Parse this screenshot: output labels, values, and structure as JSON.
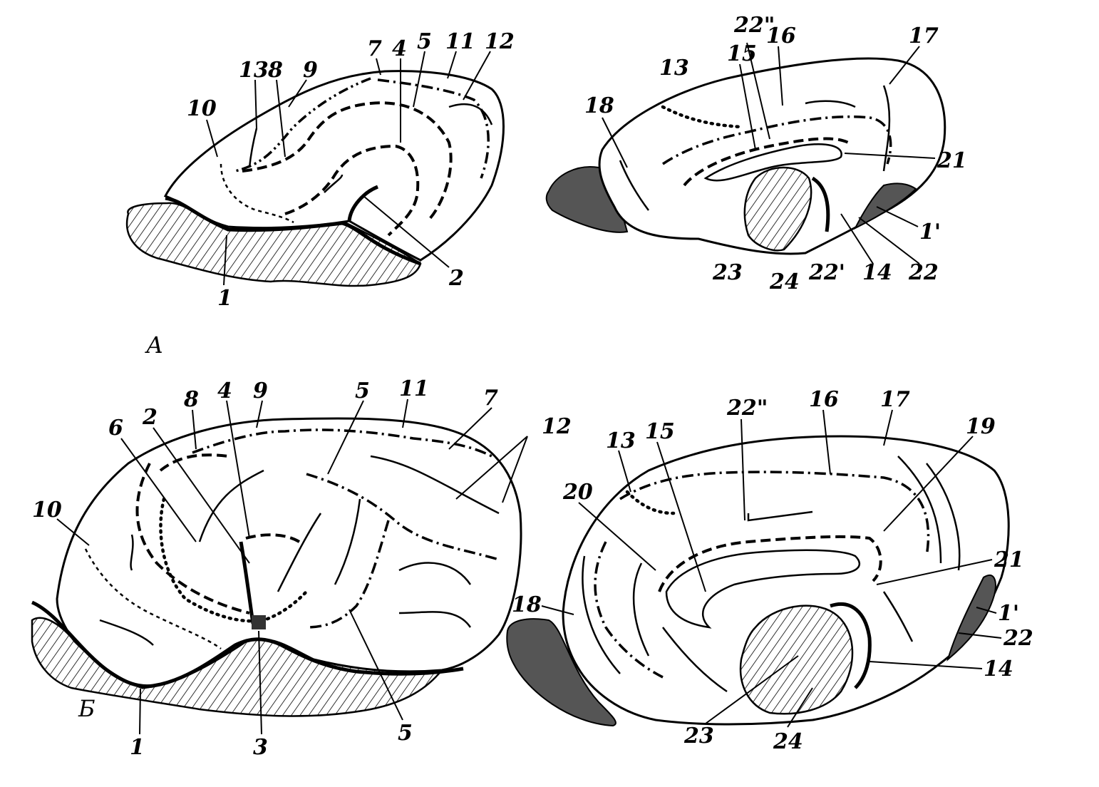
{
  "figure": {
    "panel_a_label": "А",
    "panel_b_label": "Б",
    "panels": {
      "a_lateral": [
        "7",
        "4",
        "5",
        "11",
        "12",
        "13",
        "8",
        "9",
        "10",
        "1",
        "2"
      ],
      "a_medial": [
        "22\"",
        "16",
        "17",
        "13",
        "15",
        "18",
        "21",
        "1'",
        "23",
        "24",
        "22'",
        "14",
        "22"
      ],
      "b_lateral": [
        "8",
        "4",
        "9",
        "5",
        "11",
        "7",
        "12",
        "6",
        "2",
        "10",
        "1",
        "3",
        "5"
      ],
      "b_medial": [
        "22\"",
        "16",
        "17",
        "19",
        "13",
        "15",
        "20",
        "21",
        "18",
        "1'",
        "22",
        "14",
        "23",
        "24"
      ]
    }
  }
}
